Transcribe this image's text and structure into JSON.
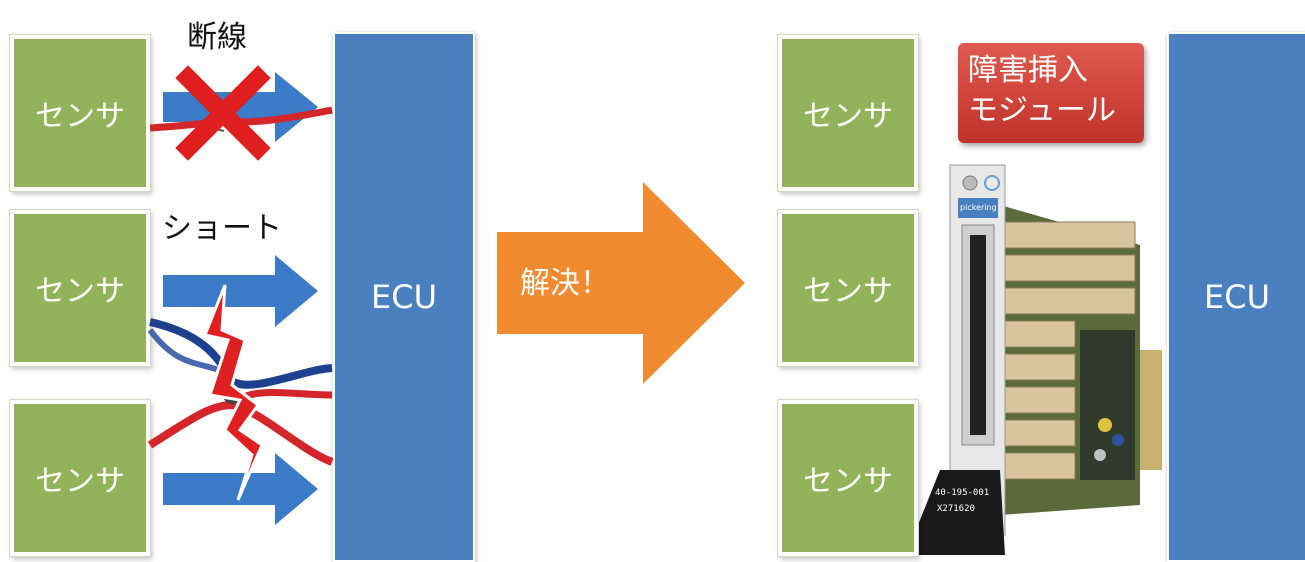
{
  "left": {
    "sensors": [
      {
        "label": "センサ"
      },
      {
        "label": "センサ"
      },
      {
        "label": "センサ"
      }
    ],
    "ecu": {
      "label": "ECU"
    },
    "disconnect_label": "断線",
    "short_label": "ショート"
  },
  "middle": {
    "solve_label": "解決！"
  },
  "right": {
    "sensors": [
      {
        "label": "センサ"
      },
      {
        "label": "センサ"
      },
      {
        "label": "センサ"
      }
    ],
    "ecu": {
      "label": "ECU"
    },
    "module_badge": {
      "line1": "障害挿入",
      "line2": "モジュール"
    },
    "card_text": {
      "model": "40-195-001",
      "serial": "X271620",
      "brand": "pickering"
    }
  },
  "colors": {
    "sensor_green": "#93b35a",
    "ecu_blue": "#4a80bf",
    "arrow_blue": "#3b7bc8",
    "solve_orange": "#f08b2f",
    "badge_red": "#c73a30",
    "wire_red": "#d4252a",
    "wire_blue": "#1f3f8f"
  }
}
